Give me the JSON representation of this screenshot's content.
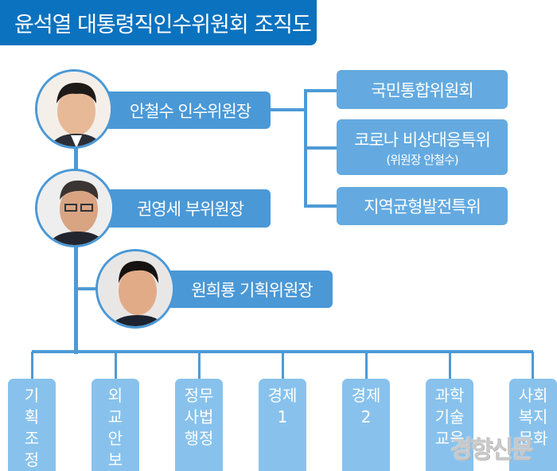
{
  "title": "윤석열 대통령직인수위원회 조직도",
  "leaders": [
    {
      "label": "안철수 인수위원장"
    },
    {
      "label": "권영세 부위원장"
    },
    {
      "label": "원희룡 기획위원장"
    }
  ],
  "committees": [
    {
      "label": "국민통합위원회"
    },
    {
      "label": "코로나 비상대응특위",
      "sub": "(위원장 안철수)"
    },
    {
      "label": "지역균형발전특위"
    }
  ],
  "subcommittees": [
    {
      "label": "기\n획\n조\n정"
    },
    {
      "label": "외\n교\n안\n보"
    },
    {
      "label": "정무\n사법\n행정"
    },
    {
      "label": "경제\n1"
    },
    {
      "label": "경제\n2"
    },
    {
      "label": "과학\n기술\n교육"
    },
    {
      "label": "사회\n복지\n문화"
    }
  ],
  "watermark": "경향신문",
  "colors": {
    "title": "#0b72bf",
    "label": "#4a98d6",
    "committee": "#64aae0",
    "subcommittee": "#88c2ec"
  }
}
